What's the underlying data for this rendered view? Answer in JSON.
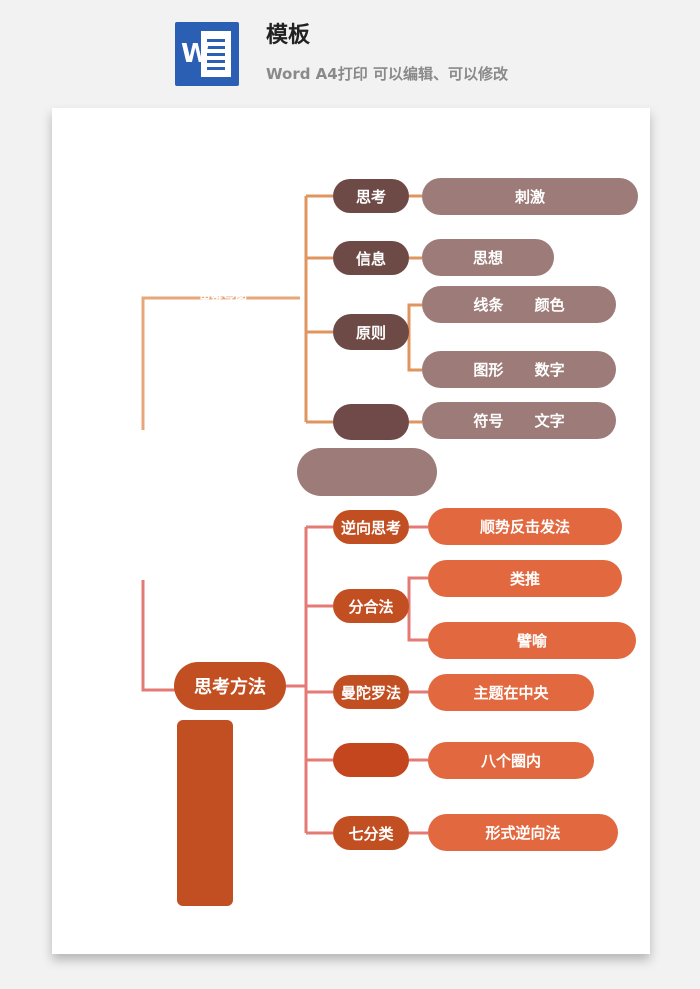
{
  "header": {
    "app_icon": "word-doc-icon",
    "icon_letter": "W",
    "title": "模板",
    "subtitle": "Word A4打印 可以编辑、可以修改"
  },
  "colors": {
    "upper_branch_line": "#e0955f",
    "lower_branch_line": "#e37a73",
    "upper_dark": "#6e4a46",
    "upper_light": "#9d7b78",
    "lower_dark": "#c24f22",
    "lower_light": "#e2683f"
  },
  "mindmap": {
    "upper": {
      "overlay_text": "思维导图",
      "nodes": [
        {
          "label": "思考",
          "children": [
            {
              "label": "刺激"
            }
          ]
        },
        {
          "label": "信息",
          "children": [
            {
              "label": "思想"
            }
          ]
        },
        {
          "label": "原则",
          "children": [
            {
              "label": "线条      颜色"
            },
            {
              "label": "图形      数字"
            }
          ]
        },
        {
          "label": "",
          "children": [
            {
              "label": "符号      文字"
            }
          ]
        }
      ]
    },
    "lower": {
      "root": "思考方法",
      "nodes": [
        {
          "label": "逆向思考",
          "children": [
            {
              "label": "顺势反击发法"
            }
          ]
        },
        {
          "label": "分合法",
          "children": [
            {
              "label": "类推"
            },
            {
              "label": "譬喻"
            }
          ]
        },
        {
          "label": "曼陀罗法",
          "children": [
            {
              "label": "主题在中央"
            }
          ]
        },
        {
          "label": "",
          "children": [
            {
              "label": "八个圈内"
            }
          ]
        },
        {
          "label": "七分类",
          "children": [
            {
              "label": "形式逆向法"
            }
          ]
        }
      ]
    }
  }
}
